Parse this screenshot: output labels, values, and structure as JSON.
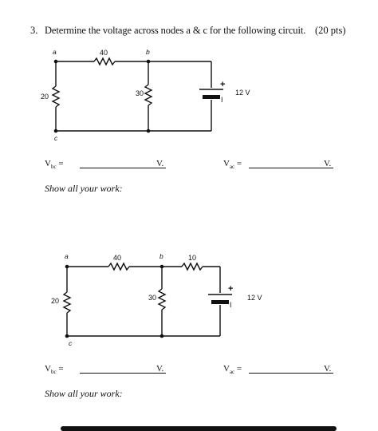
{
  "question": {
    "number": "3.",
    "text": "Determine the voltage across nodes a & c for the following circuit.",
    "points": "(20 pts)"
  },
  "circuit1": {
    "node_a": "a",
    "node_b": "b",
    "node_c": "c",
    "r_top": "40",
    "r_left": "20",
    "r_mid": "30",
    "plus": "+",
    "minus": "I",
    "source": "12 V"
  },
  "answers1": {
    "vbc_label": "V",
    "vbc_sub": "bc",
    "vac_label": "V",
    "vac_sub": "ac",
    "eq": " =",
    "unit": "V."
  },
  "show_work_1": "Show all your work:",
  "circuit2": {
    "node_a": "a",
    "node_b": "b",
    "node_c": "c",
    "r_top1": "40",
    "r_top2": "10",
    "r_left": "20",
    "r_mid": "30",
    "plus": "+",
    "minus": "I",
    "source": "12 V"
  },
  "answers2": {
    "vbc_label": "V",
    "vbc_sub": "bc",
    "vac_label": "V",
    "vac_sub": "ac",
    "eq": " =",
    "unit": "V."
  },
  "show_work_2": "Show all your work:"
}
